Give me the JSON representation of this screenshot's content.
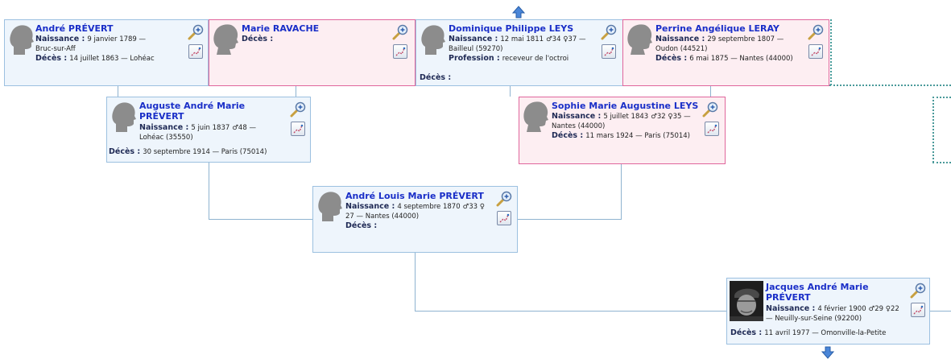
{
  "labels": {
    "birth": "Naissance :",
    "death": "Décès :",
    "profession": "Profession :"
  },
  "persons": {
    "p1": {
      "name": "André PRÉVERT",
      "birth": "9 janvier 1789 —",
      "birth2": "Bruc-sur-Aff",
      "death": "14 juillet 1863 — Lohéac"
    },
    "p2": {
      "name": "Marie RAVACHE"
    },
    "p3": {
      "name": "Dominique Philippe LEYS",
      "birth": "12 mai 1811",
      "ages": "♂34 ♀37 —",
      "birth2": "Bailleul (59270)",
      "profession": "receveur de l'octroi"
    },
    "p4": {
      "name": "Perrine Angélique LERAY",
      "birth": "29 septembre 1807 —",
      "birth2": "Oudon (44521)",
      "death": "6 mai 1875 — Nantes (44000)"
    },
    "p5": {
      "name1": "Auguste André Marie",
      "name2": "PRÉVERT",
      "birth": "5 juin 1837",
      "ages": "♂48 —",
      "birth2": "Lohéac (35550)",
      "death": "30 septembre 1914 — Paris (75014)"
    },
    "p6": {
      "name": "Sophie Marie Augustine LEYS",
      "birth": "5 juillet 1843",
      "ages": "♂32 ♀35 —",
      "birth2": "Nantes (44000)",
      "death": "11 mars 1924 — Paris (75014)"
    },
    "p7": {
      "name": "André Louis Marie PRÉVERT",
      "birth": "4 septembre 1870",
      "ages": "♂33 ♀",
      "birth2": "27 — Nantes (44000)"
    },
    "p8": {
      "name1": "Jacques André Marie",
      "name2": "PRÉVERT",
      "birth": "4 février 1900",
      "ages": "♂29 ♀22",
      "birth2": "— Neuilly-sur-Seine (92200)",
      "death": "11 avril 1977 — Omonville-la-Petite"
    }
  },
  "icons": {
    "zoom": "magnifier-plus-icon",
    "tree": "tree-chart-icon",
    "silhouette": "person-silhouette-icon",
    "nav": "arrow-icon"
  },
  "colors": {
    "male_border": "#9cc0e0",
    "male_bg": "#eef5fc",
    "female_border": "#e0669c",
    "female_bg": "#fdeef2",
    "name": "#1a2fc8",
    "link": "#8fb3d0"
  }
}
